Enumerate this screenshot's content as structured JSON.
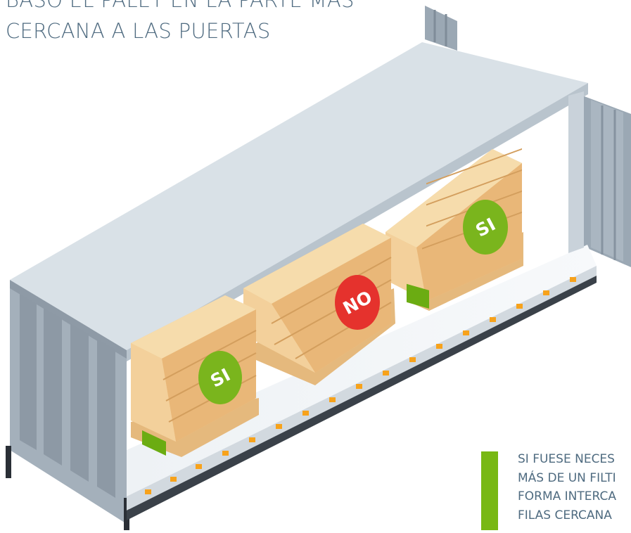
{
  "heading": {
    "line1": "BASO EL PALET EN LA PARTE MÁS",
    "line2": "CERCANA A LAS PUERTAS"
  },
  "badges": {
    "left": "SI",
    "middle": "NO",
    "right": "SI"
  },
  "colors": {
    "yes": "#7ab51d",
    "no": "#e5322d",
    "filter": "#6bac12"
  },
  "note": {
    "lines": [
      "SI FUESE NECES",
      "MÁS DE UN FILTI",
      "FORMA INTERCA",
      "FILAS CERCANA"
    ]
  }
}
